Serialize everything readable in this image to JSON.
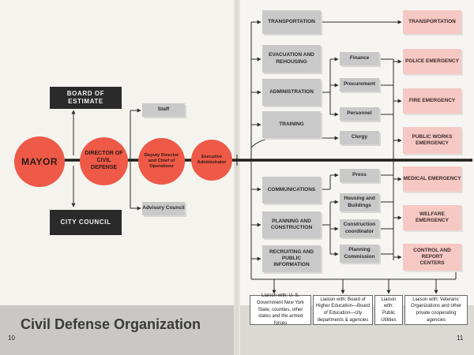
{
  "title": "Civil Defense Organization",
  "page_left": "10",
  "page_right": "11",
  "colors": {
    "red": "#ee5a47",
    "dark": "#2a2a2a",
    "gray": "#c9c9c9",
    "pink": "#f6c8c4",
    "line": "#2b2b2b"
  },
  "nodes": {
    "board_of_estimate": "BOARD OF ESTIMATE",
    "city_council": "CITY COUNCIL",
    "mayor": "MAYOR",
    "director": "DIRECTOR OF CIVIL DEFENSE",
    "deputy": "Deputy Director and Chief of Operations",
    "executive": "Executive Administrator",
    "staff": "Staff",
    "advisory": "Advisory Council"
  },
  "units": {
    "transportation": "TRANSPORTATION",
    "evacuation": "EVACUATION AND REHOUSING",
    "administration": "ADMINISTRATION",
    "training": "TRAINING",
    "communications": "COMMUNICATIONS",
    "planning": "PLANNING AND CONSTRUCTION",
    "recruiting": "RECRUITING AND PUBLIC INFORMATION"
  },
  "subunits": {
    "finance": "Finance",
    "procurement": "Procurement",
    "personnel": "Personnel",
    "clergy": "Clergy",
    "press": "Press",
    "housing": "Housing and Buildings",
    "construction": "Construction coordinator",
    "planning_commission": "Planning Commission"
  },
  "emergency": {
    "transportation": "TRANSPORTATION",
    "police": "POLICE EMERGENCY",
    "fire": "FIRE EMERGENCY",
    "public_works": "PUBLIC WORKS EMERGENCY",
    "medical": "MEDICAL EMERGENCY",
    "welfare": "WELFARE EMERGENCY",
    "control": "CONTROL AND REPORT CENTERS"
  },
  "liaison": {
    "government": "Liaison with: U. S. Government New York State, counties, other states and the armed forces",
    "education": "Liaison with: Board of Higher Education—Board of Education—city departments & agencies",
    "utilities": "Liaison with: Public Utilities",
    "veterans": "Liaison with: Veterans' Organizations and other private cooperating agencies"
  }
}
